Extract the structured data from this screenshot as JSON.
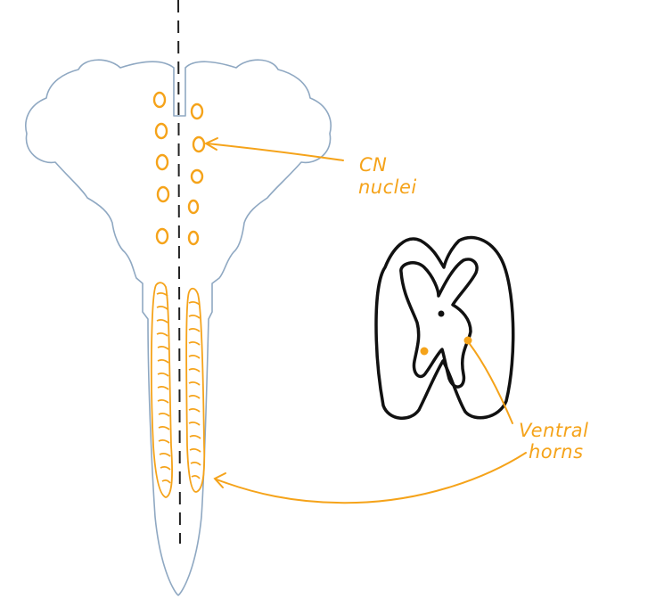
{
  "labels": {
    "cn_line1": "CN",
    "cn_line2": "nuclei",
    "ventral_line1": "Ventral",
    "ventral_line2": "horns"
  },
  "colors": {
    "outline": "#8fa8c2",
    "accent": "#f5a31a",
    "ink": "#111111",
    "midline": "#222222"
  }
}
